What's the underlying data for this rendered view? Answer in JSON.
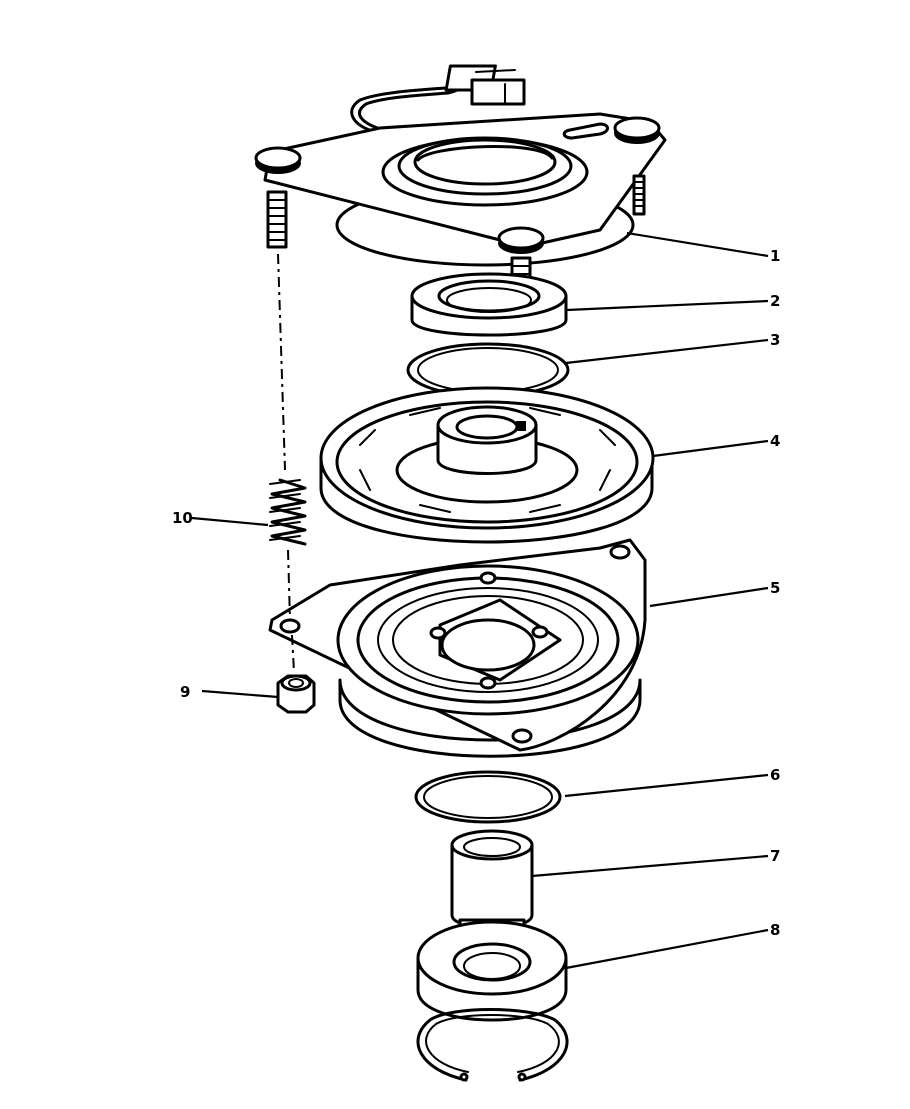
{
  "callouts": [
    {
      "id": "part-1",
      "label": "1"
    },
    {
      "id": "part-2",
      "label": "2"
    },
    {
      "id": "part-3",
      "label": "3"
    },
    {
      "id": "part-4",
      "label": "4"
    },
    {
      "id": "part-5",
      "label": "5"
    },
    {
      "id": "part-6",
      "label": "6"
    },
    {
      "id": "part-7",
      "label": "7"
    },
    {
      "id": "part-8",
      "label": "8"
    },
    {
      "id": "part-9",
      "label": "9"
    },
    {
      "id": "part-10",
      "label": "10"
    }
  ],
  "colors": {
    "ink": "#000000",
    "paper": "#ffffff"
  }
}
